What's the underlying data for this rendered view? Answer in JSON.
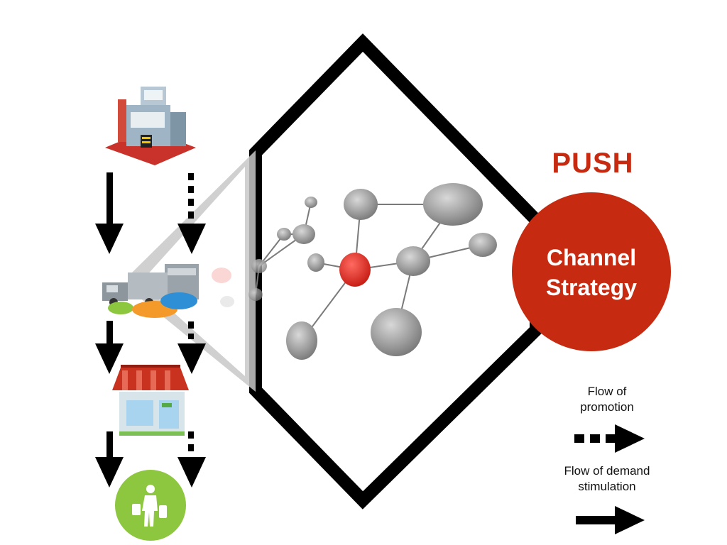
{
  "title": "PUSH",
  "strategy_label": "Channel Strategy",
  "legend": {
    "promotion_label": "Flow of promotion",
    "demand_label": "Flow of demand stimulation"
  },
  "nodes": {
    "manufacturer": "factory-icon",
    "wholesaler": "truck-warehouse-icon",
    "retailer": "store-icon",
    "consumer": "shopper-icon"
  },
  "colors": {
    "accent": "#c62a10",
    "consumer": "#8dc63f",
    "network_hub": "#e0221a",
    "arrow": "#000000"
  }
}
